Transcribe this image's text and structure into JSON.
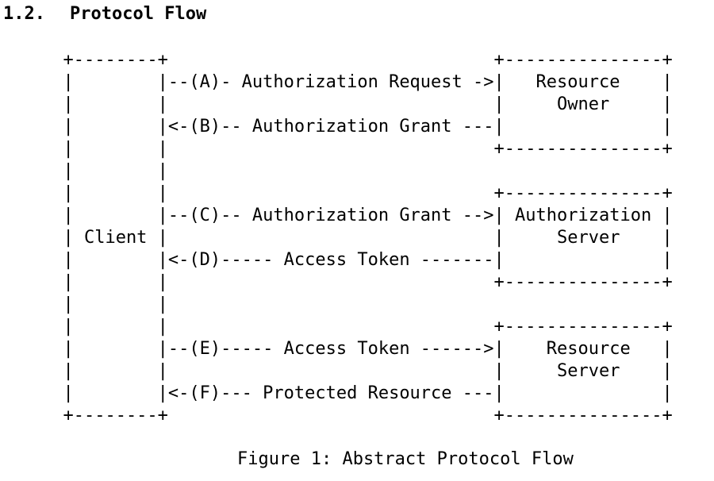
{
  "section": {
    "number": "1.2.",
    "title": "Protocol Flow"
  },
  "diagram": {
    "lines": [
      "      +--------+                               +---------------+",
      "      |        |--(A)- Authorization Request ->|   Resource    |",
      "      |        |                               |     Owner     |",
      "      |        |<-(B)-- Authorization Grant ---|               |",
      "      |        |                               +---------------+",
      "      |        |",
      "      |        |                               +---------------+",
      "      |        |--(C)-- Authorization Grant -->| Authorization |",
      "      | Client |                               |     Server    |",
      "      |        |<-(D)----- Access Token -------|               |",
      "      |        |                               +---------------+",
      "      |        |",
      "      |        |                               +---------------+",
      "      |        |--(E)----- Access Token ------>|    Resource   |",
      "      |        |                               |     Server    |",
      "      |        |<-(F)--- Protected Resource ---|               |",
      "      +--------+                               +---------------+"
    ]
  },
  "caption": "Figure 1: Abstract Protocol Flow"
}
